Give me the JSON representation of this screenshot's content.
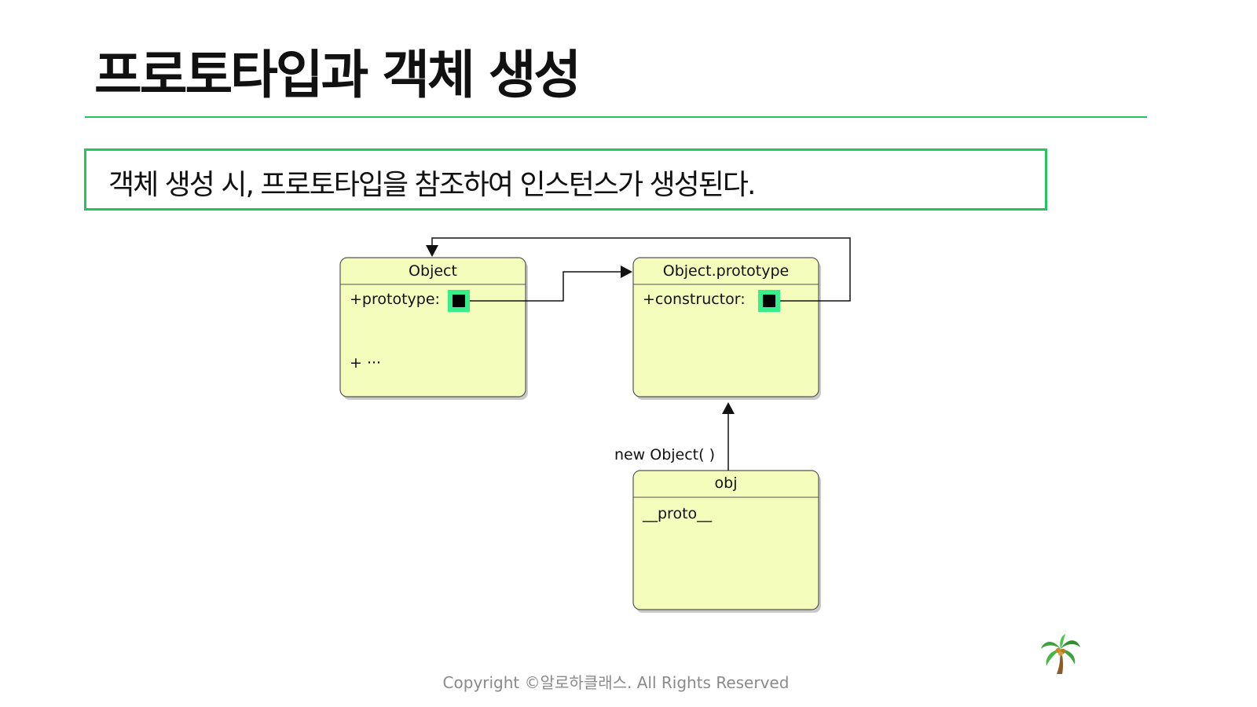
{
  "slide": {
    "title": "프로토타입과 객체 생성",
    "callout": "객체 생성 시, 프로토타입을 참조하여 인스턴스가 생성된다.",
    "footer": "Copyright ©알로하클래스. All Rights Reserved",
    "accent_color": "#22c55e"
  },
  "diagram": {
    "object_box": {
      "header": "Object",
      "fields": [
        "+prototype:",
        "+ ···"
      ]
    },
    "prototype_box": {
      "header": "Object.prototype",
      "fields": [
        "+constructor:"
      ]
    },
    "obj_box": {
      "header": "obj",
      "fields": [
        "__proto__"
      ]
    },
    "edge_label": "new Object( )",
    "box_fill_color": "#f5fdbd",
    "port_color": "#35f08a"
  },
  "icons": {
    "logo": "palm-tree-icon"
  }
}
